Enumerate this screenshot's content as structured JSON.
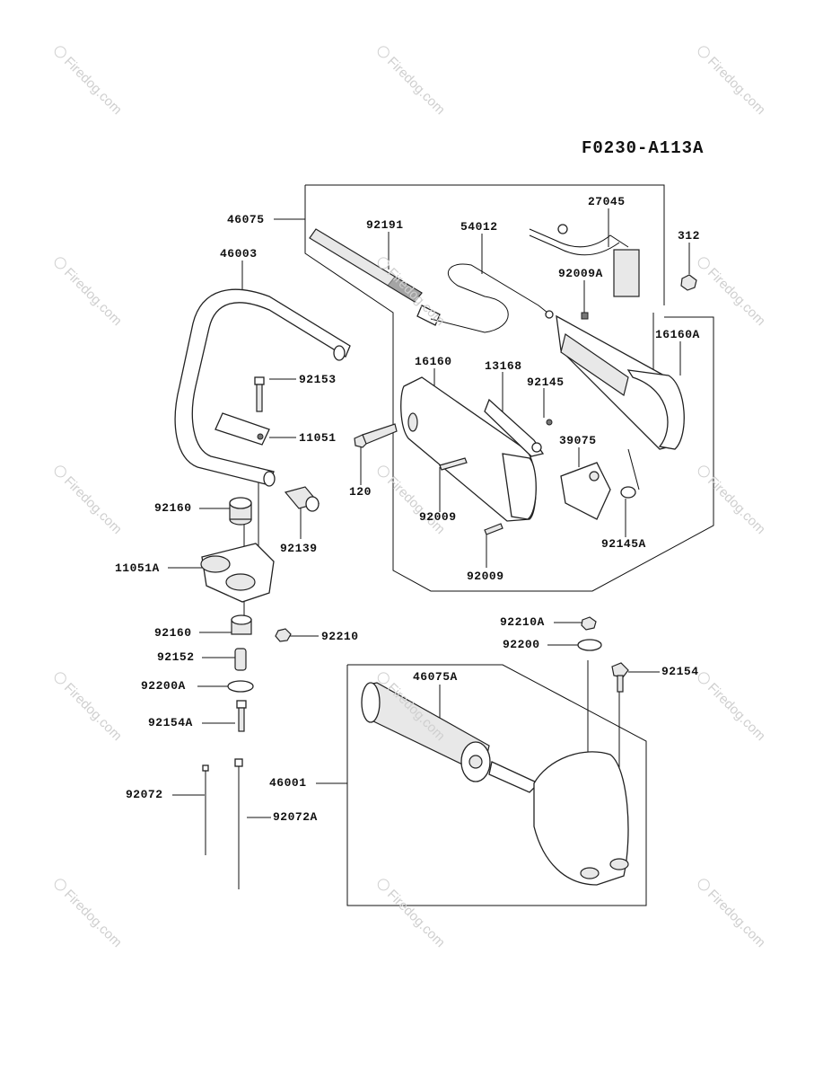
{
  "diagram_code": "F0230-A113A",
  "watermark_text": "Firedog.com",
  "parts": {
    "p46075": "46075",
    "p92191": "92191",
    "p54012": "54012",
    "p27045": "27045",
    "p312": "312",
    "p46003": "46003",
    "p92009A": "92009A",
    "p16160A": "16160A",
    "p92153": "92153",
    "p16160": "16160",
    "p13168": "13168",
    "p92145": "92145",
    "p11051": "11051",
    "p39075": "39075",
    "p120": "120",
    "p92160a": "92160",
    "p92009a": "92009",
    "p92139": "92139",
    "p92145A": "92145A",
    "p11051A": "11051A",
    "p92009b": "92009",
    "p92160b": "92160",
    "p92210": "92210",
    "p92210A": "92210A",
    "p92200": "92200",
    "p92152": "92152",
    "p46075A": "46075A",
    "p92154": "92154",
    "p92200A": "92200A",
    "p92154A": "92154A",
    "p46001": "46001",
    "p92072": "92072",
    "p92072A": "92072A"
  }
}
